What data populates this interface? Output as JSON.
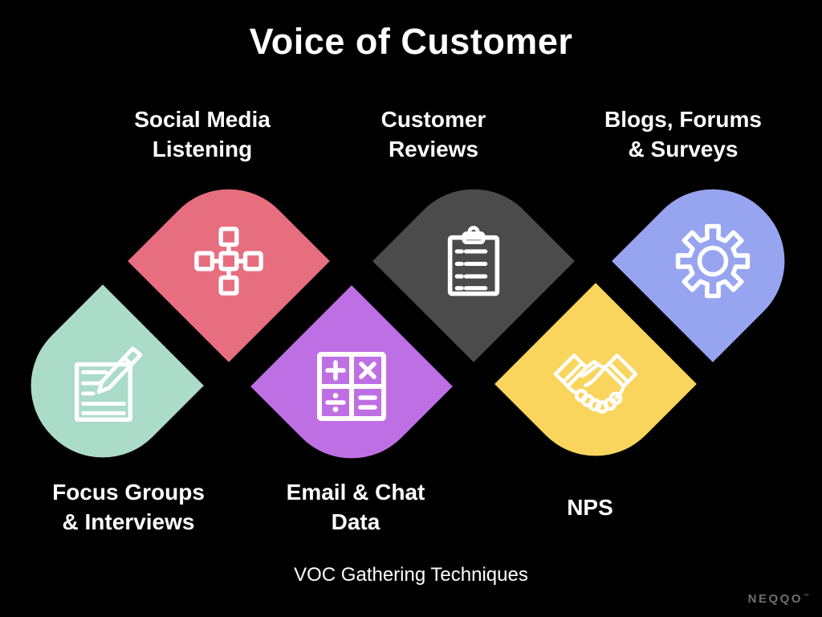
{
  "title": "Voice of Customer",
  "subtitle": "VOC Gathering Techniques",
  "brand": {
    "name": "NEQQO",
    "mark": "™",
    "color": "#6e6e6e"
  },
  "background_color": "#000000",
  "text_color": "#ffffff",
  "icon_stroke_color": "#ffffff",
  "techniques": [
    {
      "label_line1": "Social Media",
      "label_line2": "Listening",
      "icon": "network-icon",
      "color": "#e76e7f"
    },
    {
      "label_line1": "Customer",
      "label_line2": "Reviews",
      "icon": "clipboard-icon",
      "color": "#4b4b4b"
    },
    {
      "label_line1": "Blogs, Forums",
      "label_line2": "& Surveys",
      "icon": "gear-icon",
      "color": "#97a4f0"
    },
    {
      "label_line1": "Focus Groups",
      "label_line2": "& Interviews",
      "icon": "note-pencil-icon",
      "color": "#abdcc9"
    },
    {
      "label_line1": "Email & Chat",
      "label_line2": "Data",
      "icon": "calculator-icon",
      "color": "#bf6fe4"
    },
    {
      "label_line1": "NPS",
      "icon": "handshake-icon",
      "color": "#fad55e"
    }
  ]
}
